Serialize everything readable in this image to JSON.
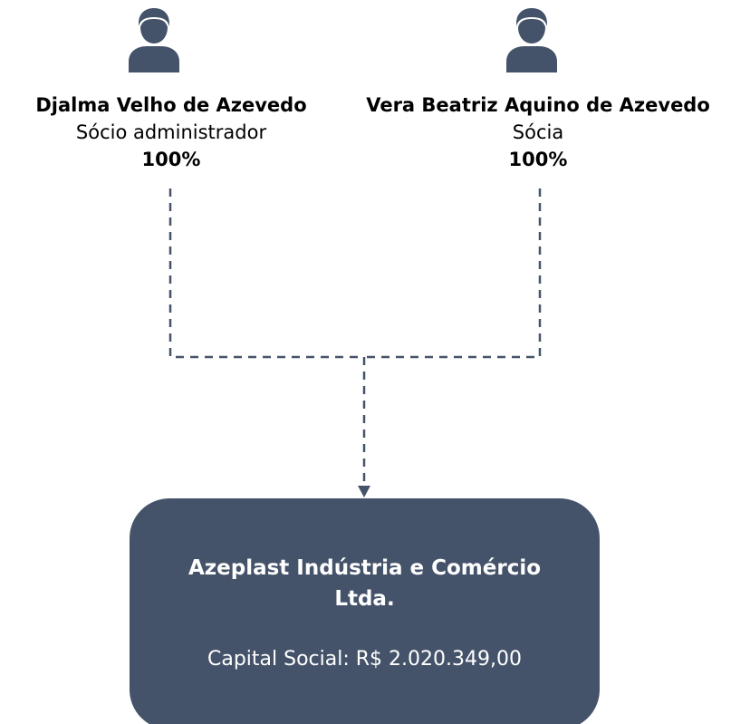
{
  "partners": [
    {
      "name": "Djalma Velho de Azevedo",
      "role": "Sócio administrador",
      "share": "100%"
    },
    {
      "name": "Vera Beatriz Aquino de Azevedo",
      "role": "Sócia",
      "share": "100%"
    }
  ],
  "company": {
    "name": "Azeplast Indústria e Comércio Ltda.",
    "capital": "Capital Social: R$ 2.020.349,00"
  },
  "colors": {
    "icon": "#45536a",
    "box": "#45536a",
    "box_text": "#ffffff",
    "connector": "#45536a"
  },
  "icons": {
    "partner": "person-icon",
    "arrow": "arrow-down-icon"
  }
}
